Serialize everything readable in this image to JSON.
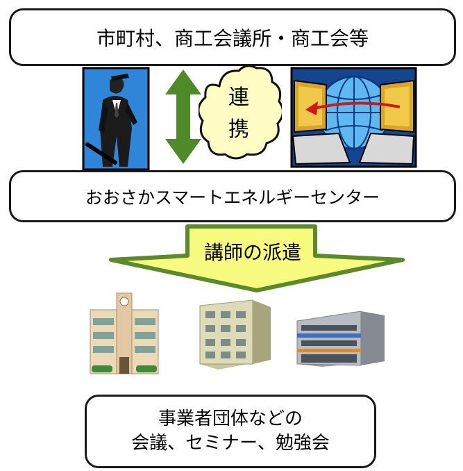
{
  "top_box": {
    "text": "市町村、商工会議所・商工会等"
  },
  "middle_box": {
    "text": "おおさかスマートエネルギーセンター"
  },
  "cloud": {
    "text": "連携"
  },
  "ribbon": {
    "text": "講師の派遣"
  },
  "bottom_box": {
    "line1": "事業者団体などの",
    "line2": "会議、セミナー、勉強会"
  },
  "colors": {
    "arrow_green": "#4e8a2a",
    "cloud_fill": "#fffdc4",
    "ribbon_fill": "#f7fb80",
    "ribbon_border": "#5b8a2a"
  },
  "icons": [
    "businessman-clipart",
    "double-arrow-icon",
    "networked-computers-clipart",
    "school-building-clipart",
    "apartment-building-clipart",
    "factory-building-clipart"
  ]
}
